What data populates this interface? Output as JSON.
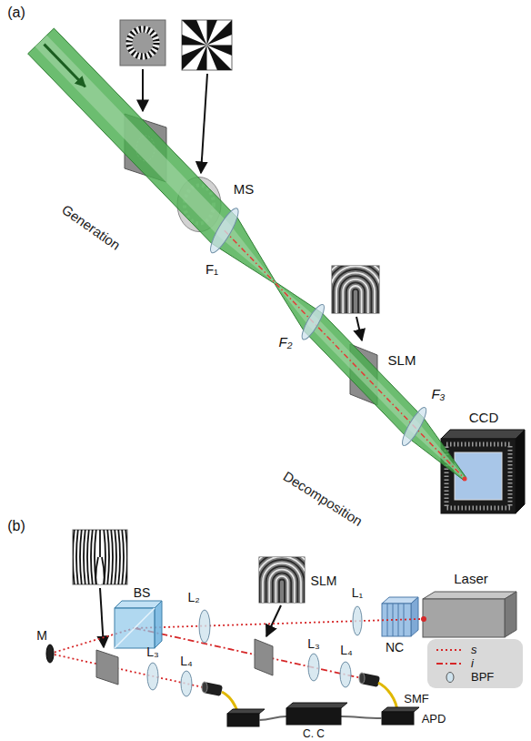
{
  "diagram": {
    "nodes": [
      {
        "text": [
          "Generation"
        ]
      },
      {
        "text": [
          "Decomposition"
        ]
      }
    ],
    "labels": [
      "(a)",
      "MS",
      "F₁",
      "F₂",
      "SLM",
      "F₃",
      "CCD",
      "(b)",
      "Laser",
      "NC",
      "L₁",
      "SLM",
      "L₂",
      "BS",
      "M",
      "L₃",
      "L₄",
      "L₃",
      "L₄",
      "SMF",
      "APD",
      "C. C"
    ],
    "legend": [
      {
        "text": "s"
      },
      {
        "text": "i"
      },
      {
        "text": "BPF"
      }
    ]
  }
}
